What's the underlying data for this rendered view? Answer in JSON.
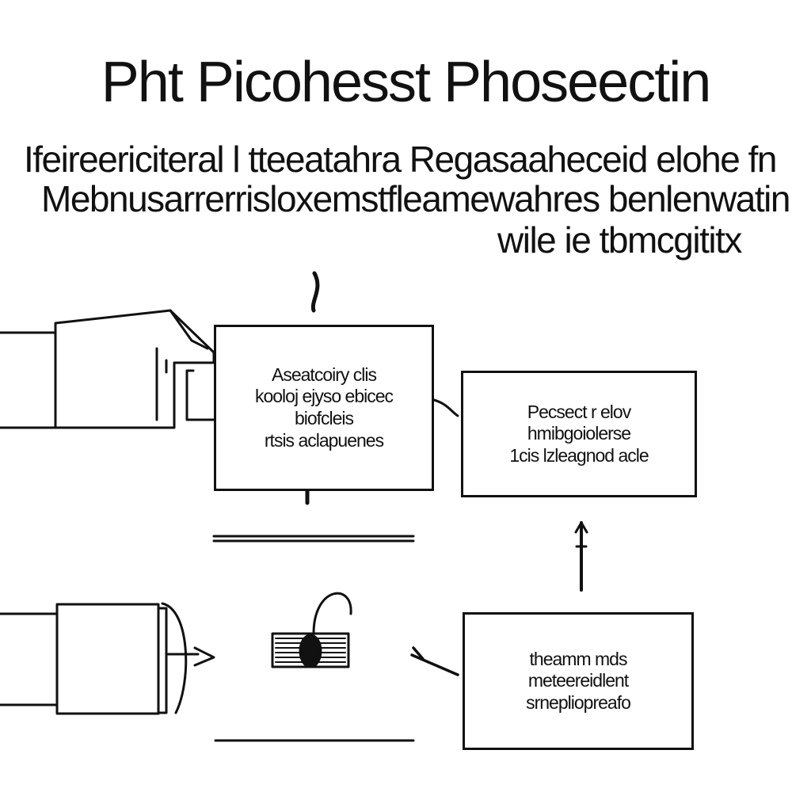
{
  "header": {
    "title": "Pht Picohesst Phoseectin",
    "lines": [
      "Ifeireericiteral l tteeatahra Regasaaheceid elohe fn",
      "Mebnusarrerrisloxemstfleamewahres benlenwatin",
      "wile ie tbmcgititx"
    ]
  },
  "boxes": {
    "top_left": [
      "Aseatcoiry clis",
      "kooloj ejyso ebicec",
      "biofcleis",
      "rtsis aclapuenes"
    ],
    "top_right": [
      "Pecsect r elov",
      "hmibgoiolerse",
      "1cis lzleagnod acle"
    ],
    "bottom_right": [
      "theamm mds",
      "meteereidlent",
      "srnepliopreafo"
    ]
  },
  "icons": [
    "hand-icon",
    "pipe-icon",
    "padlock-icon"
  ],
  "colors": {
    "ink": "#111111",
    "paper": "#ffffff"
  }
}
